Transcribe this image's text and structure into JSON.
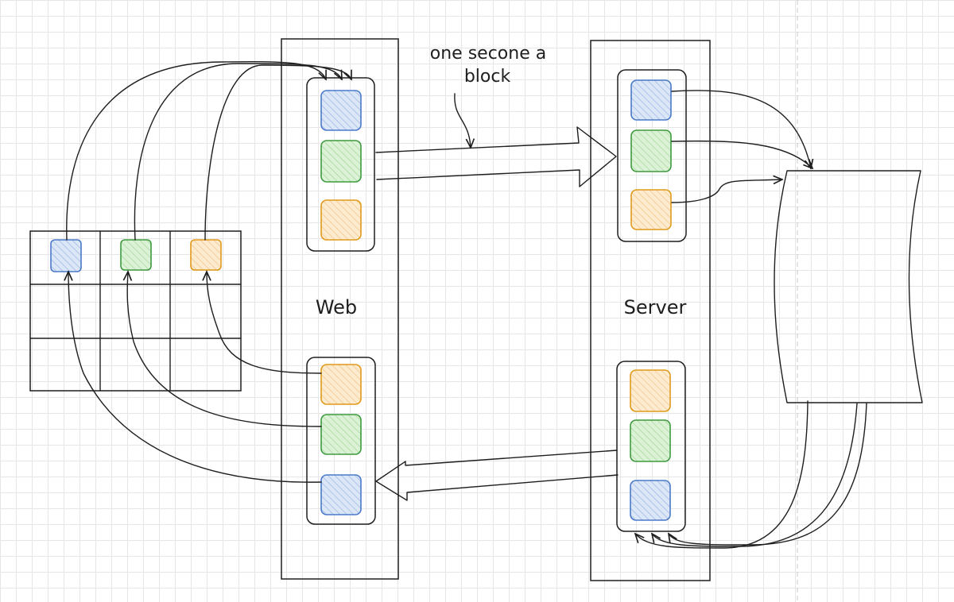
{
  "labels": {
    "web": "Web",
    "server": "Server",
    "note_line1": "one secone a",
    "note_line2": "block"
  },
  "colors": {
    "blue": "#4a7ac8",
    "blue_fill": "#dbe6f7",
    "green": "#3f9a3f",
    "green_fill": "#dcf2d6",
    "orange": "#e09a1a",
    "orange_fill": "#fdebd0",
    "stroke": "#1e1e1e"
  }
}
